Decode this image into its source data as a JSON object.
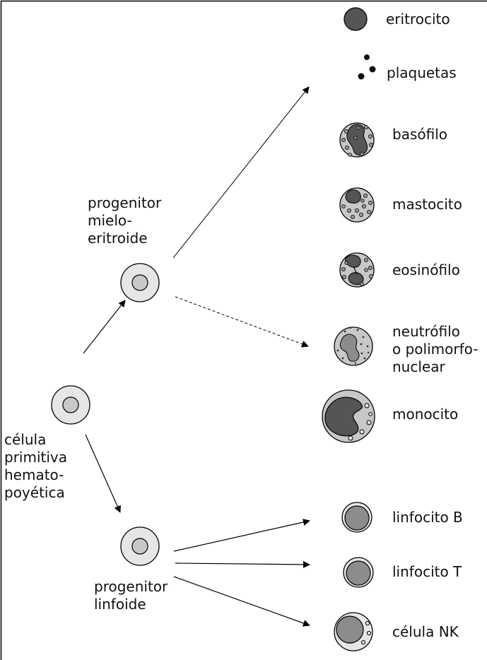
{
  "colors": {
    "line": "#000000",
    "cell_light": "#e6e6e6",
    "cell_mid": "#c8c8c8",
    "cell_dark": "#555555",
    "nucleus_mid": "#8c8c8c",
    "granule": "#9a9a9a"
  },
  "progenitors": {
    "hematopoietic": [
      "célula",
      "primitiva",
      "hemato-",
      "poyética"
    ],
    "myeloid": [
      "progenitor",
      "mielo-",
      "eritroide"
    ],
    "lymphoid": [
      "progenitor",
      "linfoide"
    ]
  },
  "cells": {
    "eritrocito": [
      "eritrocito"
    ],
    "plaquetas": [
      "plaquetas"
    ],
    "basofilo": [
      "basófilo"
    ],
    "mastocito": [
      "mastocito"
    ],
    "eosinofilo": [
      "eosinófilo"
    ],
    "neutrofilo": [
      "neutrófilo",
      "o polimorfo-",
      "nuclear"
    ],
    "monocito": [
      "monocito"
    ],
    "linfocito_b": [
      "linfocito B"
    ],
    "linfocito_t": [
      "linfocito T"
    ],
    "celula_nk": [
      "célula NK"
    ]
  }
}
